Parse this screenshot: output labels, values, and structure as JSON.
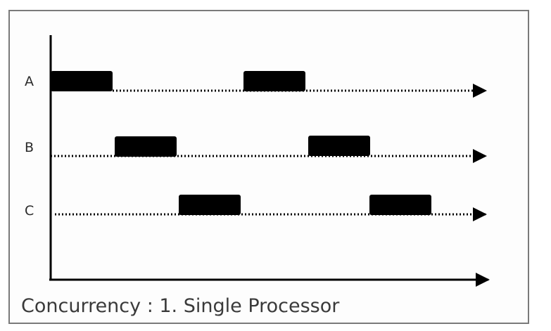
{
  "caption": "Concurrency : 1. Single Processor",
  "rows": [
    {
      "label": "A",
      "slots": [
        0,
        3
      ]
    },
    {
      "label": "B",
      "slots": [
        1,
        4
      ]
    },
    {
      "label": "C",
      "slots": [
        2,
        5
      ]
    }
  ],
  "colors": {
    "ink": "#000000",
    "frame": "#7a7a7a",
    "text": "#3a3a3a"
  }
}
